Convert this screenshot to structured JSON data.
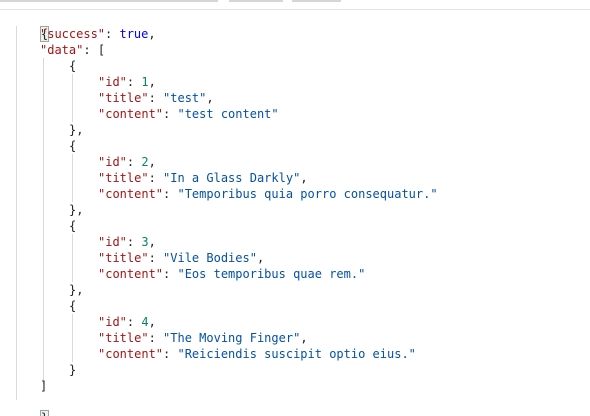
{
  "json": {
    "open_brace": "{",
    "close_brace": "}",
    "success_key": "\"success\"",
    "success_value": "true",
    "data_key": "\"data\"",
    "array_open": "[",
    "array_close": "]",
    "items": [
      {
        "id_key": "\"id\"",
        "id_value": "1",
        "title_key": "\"title\"",
        "title_value": "\"test\"",
        "content_key": "\"content\"",
        "content_value": "\"test content\"",
        "close": "},"
      },
      {
        "id_key": "\"id\"",
        "id_value": "2",
        "title_key": "\"title\"",
        "title_value": "\"In a Glass Darkly\"",
        "content_key": "\"content\"",
        "content_value": "\"Temporibus quia porro consequatur.\"",
        "close": "},"
      },
      {
        "id_key": "\"id\"",
        "id_value": "3",
        "title_key": "\"title\"",
        "title_value": "\"Vile Bodies\"",
        "content_key": "\"content\"",
        "content_value": "\"Eos temporibus quae rem.\"",
        "close": "},"
      },
      {
        "id_key": "\"id\"",
        "id_value": "4",
        "title_key": "\"title\"",
        "title_value": "\"The Moving Finger\"",
        "content_key": "\"content\"",
        "content_value": "\"Reiciendis suscipit optio eius.\"",
        "close": "}"
      }
    ]
  },
  "colors": {
    "key": "#a31515",
    "string": "#0451a5",
    "number": "#098658",
    "boolean": "#0000ff"
  }
}
